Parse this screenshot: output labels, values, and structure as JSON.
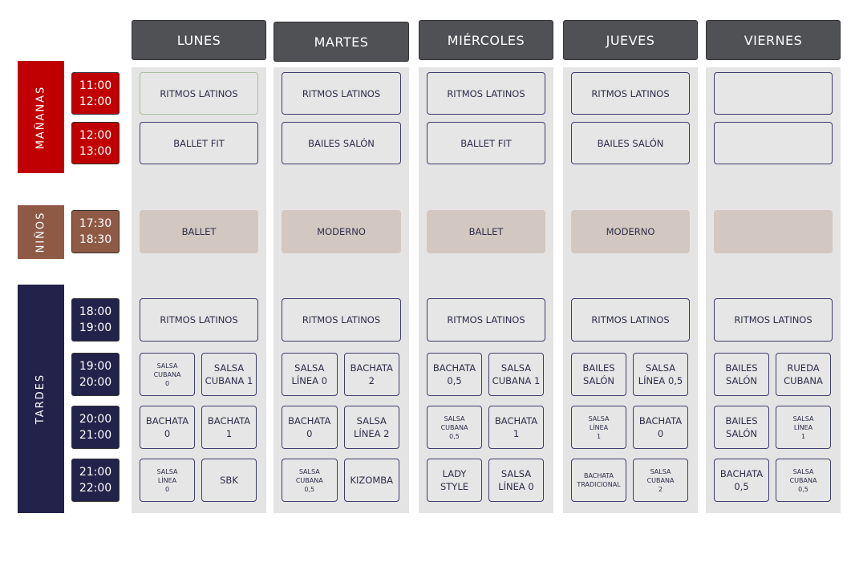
{
  "bands": [
    {
      "label": "MAÑANAS",
      "color": "#c00000"
    },
    {
      "label": "NIÑOS",
      "color": "#8f5a45"
    },
    {
      "label": "TARDES",
      "color": "#23224a"
    }
  ],
  "times": [
    {
      "label": "11:00\n12:00",
      "band": 0
    },
    {
      "label": "12:00\n13:00",
      "band": 0
    },
    {
      "label": "17:30\n18:30",
      "band": 1
    },
    {
      "label": "18:00\n19:00",
      "band": 2
    },
    {
      "label": "19:00\n20:00",
      "band": 2
    },
    {
      "label": "20:00\n21:00",
      "band": 2
    },
    {
      "label": "21:00\n22:00",
      "band": 2
    }
  ],
  "days": [
    {
      "label": "LUNES",
      "slots": [
        "RITMOS LATINOS",
        "BALLET FIT",
        "BALLET",
        "RITMOS LATINOS",
        [
          "SALSA\nCUBANA\n0",
          "SALSA\nCUBANA 1"
        ],
        [
          "BACHATA\n0",
          "BACHATA\n1"
        ],
        [
          "SALSA\nLÍNEA\n0",
          "SBK"
        ]
      ]
    },
    {
      "label": "MARTES",
      "slots": [
        "RITMOS LATINOS",
        "BAILES SALÓN",
        "MODERNO",
        "RITMOS LATINOS",
        [
          "SALSA\nLÍNEA 0",
          "BACHATA\n2"
        ],
        [
          "BACHATA\n0",
          "SALSA\nLÍNEA 2"
        ],
        [
          "SALSA\nCUBANA\n0,5",
          "KIZOMBA"
        ]
      ]
    },
    {
      "label": "MIÉRCOLES",
      "slots": [
        "RITMOS LATINOS",
        "BALLET FIT",
        "BALLET",
        "RITMOS LATINOS",
        [
          "BACHATA\n0,5",
          "SALSA\nCUBANA 1"
        ],
        [
          "SALSA\nCUBANA\n0,5",
          "BACHATA\n1"
        ],
        [
          "LADY\nSTYLE",
          "SALSA\nLÍNEA 0"
        ]
      ]
    },
    {
      "label": "JUEVES",
      "slots": [
        "RITMOS LATINOS",
        "BAILES SALÓN",
        "MODERNO",
        "RITMOS LATINOS",
        [
          "BAILES\nSALÓN",
          "SALSA\nLÍNEA 0,5"
        ],
        [
          "SALSA\nLÍNEA\n1",
          "BACHATA\n0"
        ],
        [
          "BACHATA\nTRADICIONAL",
          "SALSA\nCUBANA\n2"
        ]
      ]
    },
    {
      "label": "VIERNES",
      "slots": [
        "",
        "",
        "",
        "RITMOS LATINOS",
        [
          "BAILES\nSALÓN",
          "RUEDA\nCUBANA"
        ],
        [
          "BAILES\nSALÓN",
          "SALSA\nLÍNEA\n1"
        ],
        [
          "BACHATA\n0,5",
          "SALSA\nCUBANA\n0,5"
        ]
      ]
    }
  ]
}
